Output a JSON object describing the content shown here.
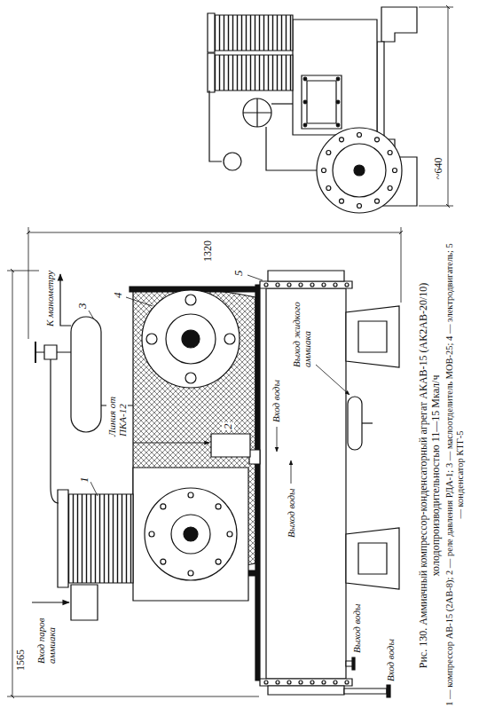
{
  "diagram": {
    "caption": "Рис. 130. Аммиачный компрессор-конденсаторный агрегат АКАВ-15 (АК2АВ-20/10) холодопроизводительностью 11—15 Мкал/ч",
    "labels": [
      "Вход паров аммиака",
      "1",
      "К манометру",
      "3",
      "Линия от ПКА-12",
      "2",
      "Вход воды",
      "Выход воды",
      "Выход жидкого аммиака",
      "4",
      "5",
      "Выход воды",
      "Вход воды",
      "1565",
      "1320",
      "~640",
      "1 — компрессор АВ-15 (2АВ-8); 2 — реле давления РДА-1; 3 — маслоотделитель МОВ-25; 4 — электродвигатель; 5 — конденсатор КТГ-5"
    ]
  }
}
